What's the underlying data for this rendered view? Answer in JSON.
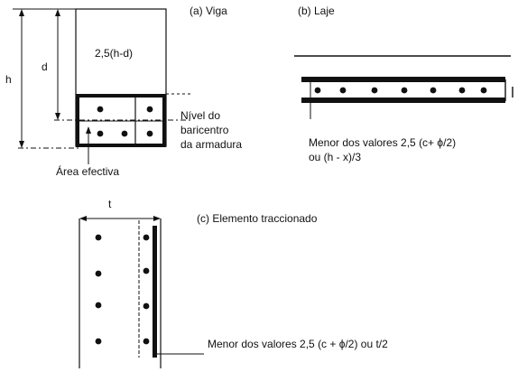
{
  "panel_a": {
    "title": "(a) Viga",
    "label_h": "h",
    "label_d": "d",
    "label_top_zone": "2,5(h-d)",
    "label_level_1": "Nível do",
    "label_level_2": "baricentro",
    "label_level_3": "da armadura",
    "label_area": "Área efectiva"
  },
  "panel_b": {
    "title": "(b) Laje",
    "note_1": "Menor dos valores 2,5 (c+ ϕ/2)",
    "note_2": "ou (h - x)/3"
  },
  "panel_c": {
    "title": "(c) Elemento traccionado",
    "label_t": "t",
    "note": "Menor dos valores 2,5 (c + ϕ/2) ou t/2"
  }
}
